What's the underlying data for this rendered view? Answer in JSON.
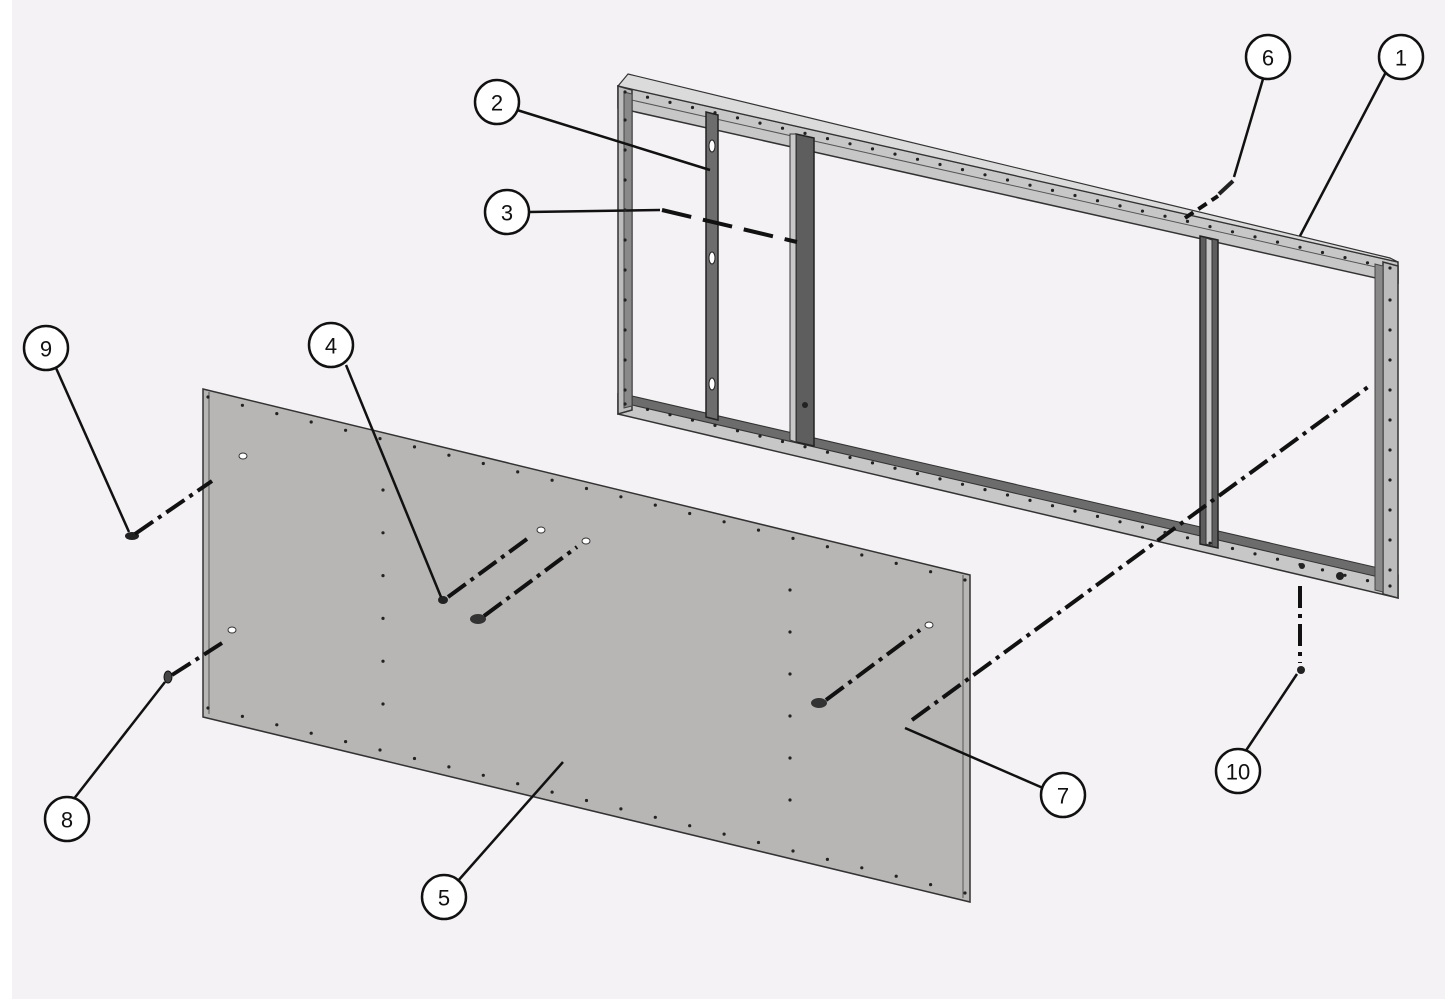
{
  "diagram": {
    "type": "exploded-assembly",
    "colors": {
      "background": "#f4f2f4",
      "panel_fill": "#b7b5b4",
      "frame_fill": "#c9c8c8",
      "frame_shadow": "#5f5e5e",
      "line": "#111111"
    },
    "callouts": [
      {
        "id": "1",
        "label": "1"
      },
      {
        "id": "2",
        "label": "2"
      },
      {
        "id": "3",
        "label": "3"
      },
      {
        "id": "4",
        "label": "4"
      },
      {
        "id": "5",
        "label": "5"
      },
      {
        "id": "6",
        "label": "6"
      },
      {
        "id": "7",
        "label": "7"
      },
      {
        "id": "8",
        "label": "8"
      },
      {
        "id": "9",
        "label": "9"
      },
      {
        "id": "10",
        "label": "10"
      }
    ]
  }
}
